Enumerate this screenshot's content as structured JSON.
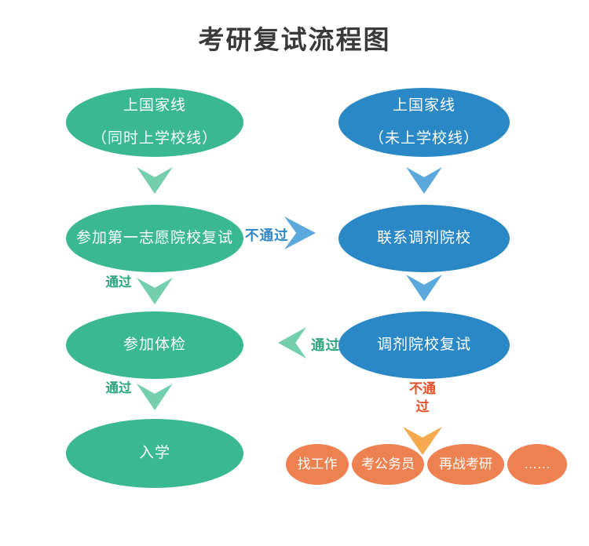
{
  "title": "考研复试流程图",
  "colors": {
    "green": "#3ab891",
    "green_light": "#74cfae",
    "green_text": "#2ca57f",
    "blue": "#2b88c6",
    "blue_light": "#5ba8dc",
    "blue_text": "#2e86c5",
    "orange": "#ee8150",
    "orange_light": "#f7a94f",
    "orange_text": "#e2512d"
  },
  "flow": {
    "left": [
      {
        "lines": [
          "上国家线",
          "（同时上学校线）"
        ]
      },
      {
        "lines": [
          "参加第一志愿院校复试"
        ]
      },
      {
        "lines": [
          "参加体检"
        ]
      },
      {
        "lines": [
          "入学"
        ]
      }
    ],
    "right": [
      {
        "lines": [
          "上国家线",
          "（未上学校线）"
        ]
      },
      {
        "lines": [
          "联系调剂院校"
        ]
      },
      {
        "lines": [
          "调剂院校复试"
        ]
      }
    ],
    "outcomes": [
      "找工作",
      "考公务员",
      "再战考研",
      "……"
    ],
    "labels": {
      "pass": "通过",
      "fail": "不通过"
    }
  }
}
